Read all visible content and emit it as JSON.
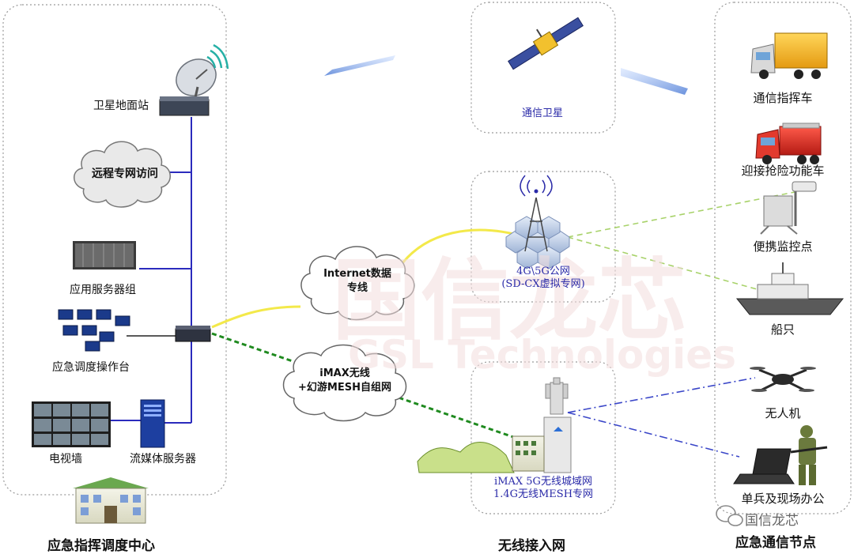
{
  "watermark": {
    "brand_cn": "国信龙芯",
    "brand_en": "GSL Technologies",
    "color": "#f0d6d6"
  },
  "wechat_mark": "国信龙芯",
  "panels": {
    "left_title": "应急指挥调度中心",
    "middle_title": "无线接入网",
    "right_title": "应急通信节点"
  },
  "left_devices": {
    "satellite_ground_station": "卫星地面站",
    "remote_private_net": "远程专网访问",
    "app_servers": "应用服务器组",
    "dispatch_console": "应急调度操作台",
    "tv_wall": "电视墙",
    "streaming_server": "流媒体服务器"
  },
  "clouds": {
    "internet_line1": "Internet数据",
    "internet_line2": "专线",
    "imax_line1": "iMAX无线",
    "imax_line2": "+幻游MESH自组网"
  },
  "access_network": {
    "satellite_label": "通信卫星",
    "public_net_line1": "4G\\5G公网",
    "public_net_line2": "(SD-CX虚拟专网)",
    "imax_line1": "iMAX 5G无线城域网",
    "imax_line2": "1.4G无线MESH专网"
  },
  "nodes": {
    "command_vehicle": "通信指挥车",
    "rescue_vehicle": "迎接抢险功能车",
    "portable_monitor": "便携监控点",
    "ship": "船只",
    "drone": "无人机",
    "soldier_office": "单兵及现场办公"
  },
  "colors": {
    "dotted_border": "#9a9a9a",
    "backbone_line": "#2b2bbd",
    "yellow_link": "#f3e94a",
    "green_link": "#1f8a1f",
    "lightgreen_link": "#a8d26a",
    "blue_link": "#3a46c8",
    "label_blue": "#2a2aa8"
  }
}
